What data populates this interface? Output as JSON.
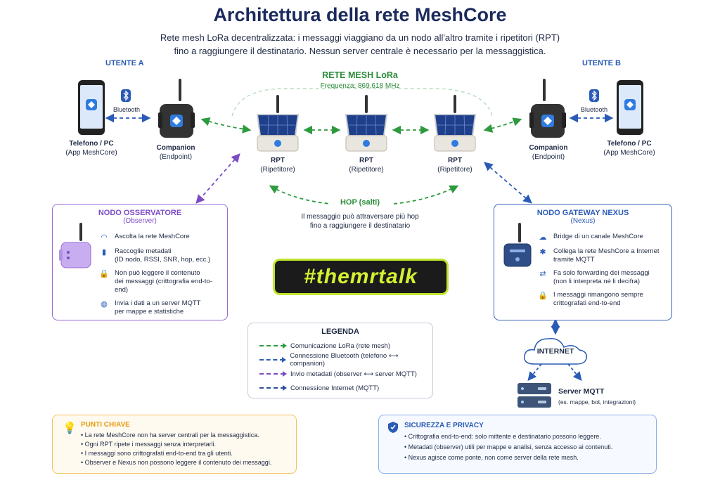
{
  "title": "Architettura della rete MeshCore",
  "subtitle": [
    "Rete mesh LoRa decentralizzata: i messaggi viaggiano da un nodo all'altro tramite i ripetitori (RPT)",
    "fino a raggiungere il destinatario. Nessun server centrale è necessario per la messaggistica."
  ],
  "user_a": {
    "label": "UTENTE A",
    "phone_title": "Telefono / PC",
    "phone_sub": "(App MeshCore)",
    "bluetooth": "Bluetooth",
    "companion_title": "Companion",
    "companion_sub": "(Endpoint)"
  },
  "user_b": {
    "label": "UTENTE B",
    "phone_title": "Telefono / PC",
    "phone_sub": "(App MeshCore)",
    "bluetooth": "Bluetooth",
    "companion_title": "Companion",
    "companion_sub": "(Endpoint)"
  },
  "mesh": {
    "title": "RETE MESH LoRa",
    "frequency": "Frequenza: 869,618 MHz",
    "repeaters": [
      {
        "title": "RPT",
        "sub": "(Ripetitore)"
      },
      {
        "title": "RPT",
        "sub": "(Ripetitore)"
      },
      {
        "title": "RPT",
        "sub": "(Ripetitore)"
      }
    ],
    "hop_title": "HOP (salti)",
    "hop_text": [
      "Il messaggio può attraversare più hop",
      "fino a raggiungere il destinatario"
    ]
  },
  "observer": {
    "title": "NODO OSSERVATORE",
    "sub": "(Observer)",
    "items": [
      {
        "icon": "wifi-icon",
        "lines": [
          "Ascolta la rete MeshCore"
        ]
      },
      {
        "icon": "bars-icon",
        "lines": [
          "Raccoglie metadati",
          "(ID nodo, RSSI, SNR, hop, ecc.)"
        ]
      },
      {
        "icon": "lock-icon",
        "lines": [
          "Non può leggere il contenuto",
          "dei messaggi (crittografia end-to-end)"
        ]
      },
      {
        "icon": "globe-icon",
        "lines": [
          "Invia i dati a un server MQTT",
          "per mappe e statistiche"
        ]
      }
    ]
  },
  "gateway": {
    "title": "NODO GATEWAY NEXUS",
    "sub": "(Nexus)",
    "items": [
      {
        "icon": "cloud-icon",
        "lines": [
          "Bridge di un canale MeshCore"
        ]
      },
      {
        "icon": "network-icon",
        "lines": [
          "Collega la rete MeshCore a Internet",
          "tramite MQTT"
        ]
      },
      {
        "icon": "arrows-icon",
        "lines": [
          "Fa solo forwarding dei messaggi",
          "(non li interpreta né li decifra)"
        ]
      },
      {
        "icon": "lock-icon",
        "lines": [
          "I messaggi rimangono sempre",
          "crittografati end-to-end"
        ]
      }
    ]
  },
  "tag": "#themrtalk",
  "legend": {
    "title": "LEGENDA",
    "items": [
      {
        "color": "#2e9a3e",
        "label": "Comunicazione LoRa (rete mesh)"
      },
      {
        "color": "#2a5bb5",
        "label": "Connessione Bluetooth (telefono ⟷ companion)"
      },
      {
        "color": "#7b4bc4",
        "label": "Invio metadati (observer ⟷ server MQTT)"
      },
      {
        "color": "#2a4fa0",
        "label": "Connessione Internet (MQTT)"
      }
    ]
  },
  "internet": {
    "label": "INTERNET"
  },
  "server": {
    "title": "Server MQTT",
    "sub": "(es. mappe, bot, integrazioni)"
  },
  "key_points": {
    "title": "PUNTI CHIAVE",
    "items": [
      "La rete MeshCore non ha server centrali per la messaggistica.",
      "Ogni RPT ripete i messaggi senza interpretarli.",
      "I messaggi sono crittografati end-to-end tra gli utenti.",
      "Observer e Nexus non possono leggere il contenuto dei messaggi."
    ]
  },
  "security": {
    "title": "SICUREZZA E PRIVACY",
    "items": [
      "Crittografia end-to-end: solo mittente e destinatario possono leggere.",
      "Metadati (observer) utili per mappe e analisi, senza accesso ai contenuti.",
      "Nexus agisce come ponte, non come server della rete mesh."
    ]
  },
  "colors": {
    "lora": "#2e9a3e",
    "bluetooth": "#2a5bb5",
    "metadata": "#7b4bc4",
    "internet": "#2a4fa0",
    "observer_border": "#9a6ad6",
    "gateway_border": "#3a64b8",
    "keypoints_border": "#f3c35a",
    "security_border": "#8aaee6"
  }
}
